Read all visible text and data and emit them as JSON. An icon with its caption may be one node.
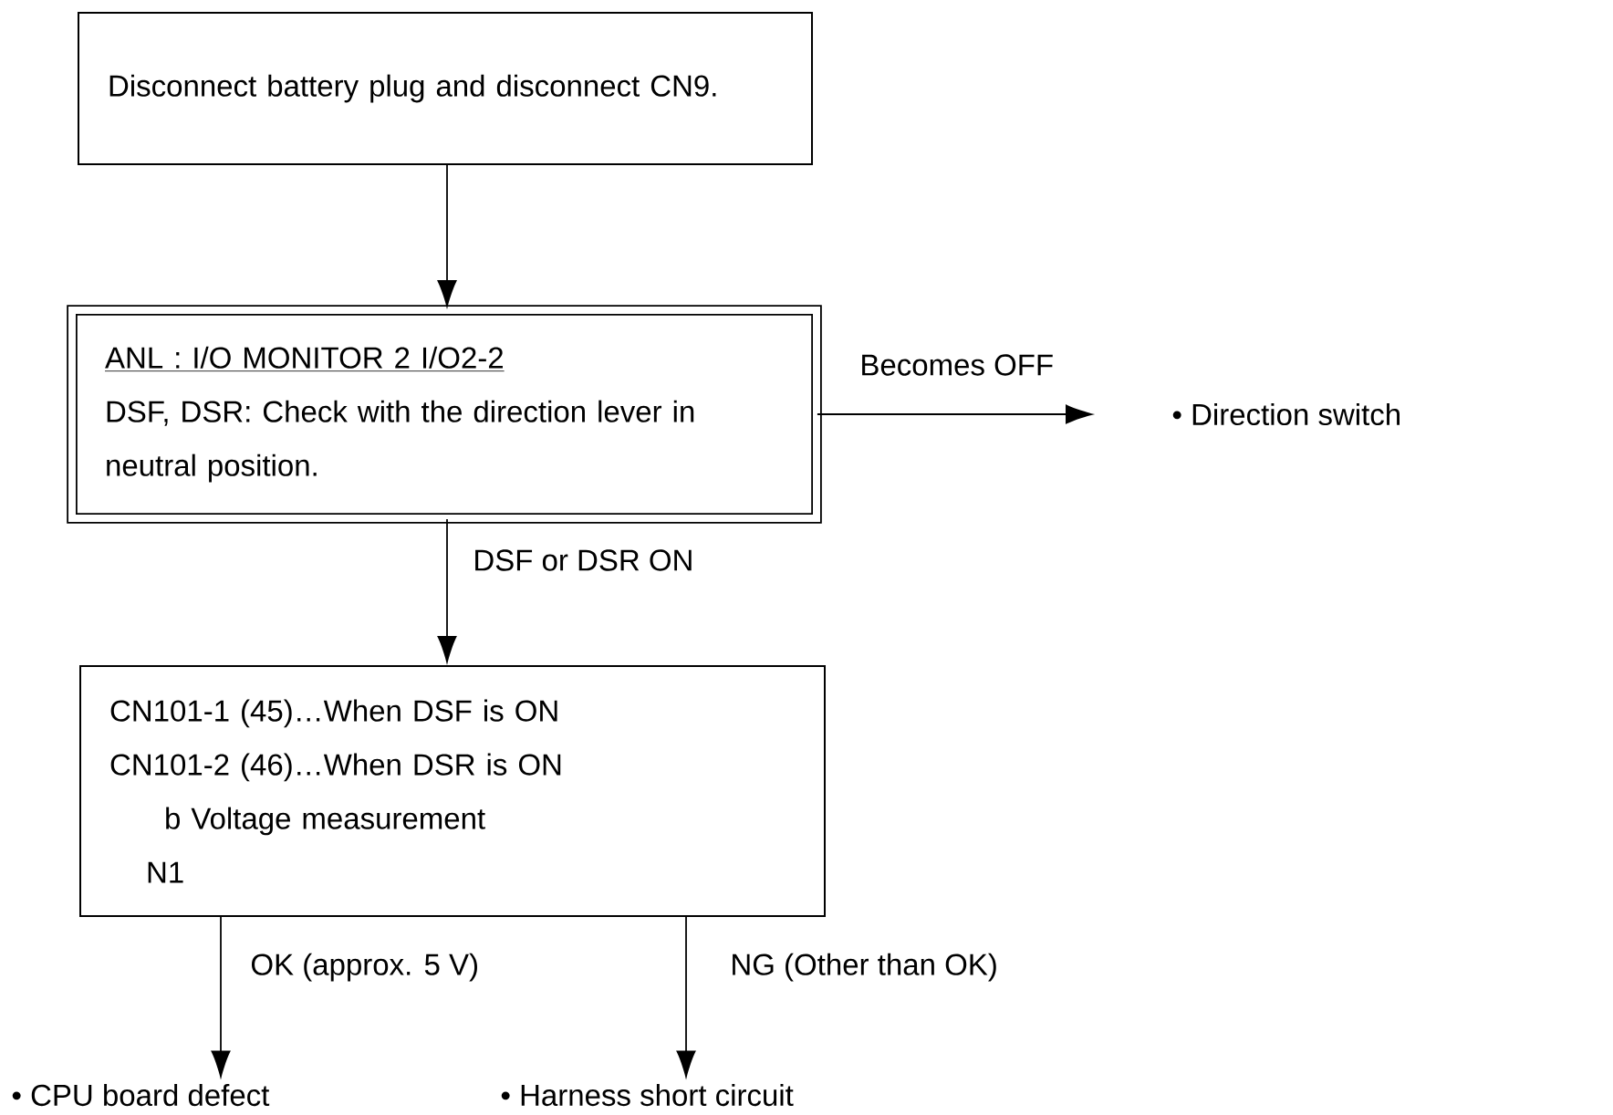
{
  "diagram": {
    "nodes": [
      {
        "text": [
          "Disconnect battery plug and disconnect CN9."
        ]
      },
      {
        "text": [
          "ANL : I/O MONITOR 2 I/O2-2",
          "DSF, DSR: Check with the direction lever in neutral position."
        ]
      },
      {
        "text": [
          "• Direction switch"
        ]
      },
      {
        "text": [
          "CN101-1 (45)…When DSF is ON",
          "CN101-2 (46)…When DSR is ON",
          "b Voltage measurement",
          "N1"
        ]
      },
      {
        "text": [
          "• CPU board defect"
        ]
      },
      {
        "text": [
          "• Harness short circuit"
        ]
      }
    ],
    "edges": [
      {
        "from": 0,
        "to": 1,
        "arrow": "to"
      },
      {
        "from": 1,
        "to": 2,
        "arrow": "to",
        "label": "Becomes OFF"
      },
      {
        "from": 1,
        "to": 3,
        "arrow": "to",
        "label": "DSF or DSR ON"
      },
      {
        "from": 3,
        "to": 4,
        "arrow": "to",
        "label": "OK (approx. 5 V)"
      },
      {
        "from": 3,
        "to": 5,
        "arrow": "to",
        "label": "NG (Other than OK)"
      }
    ]
  }
}
